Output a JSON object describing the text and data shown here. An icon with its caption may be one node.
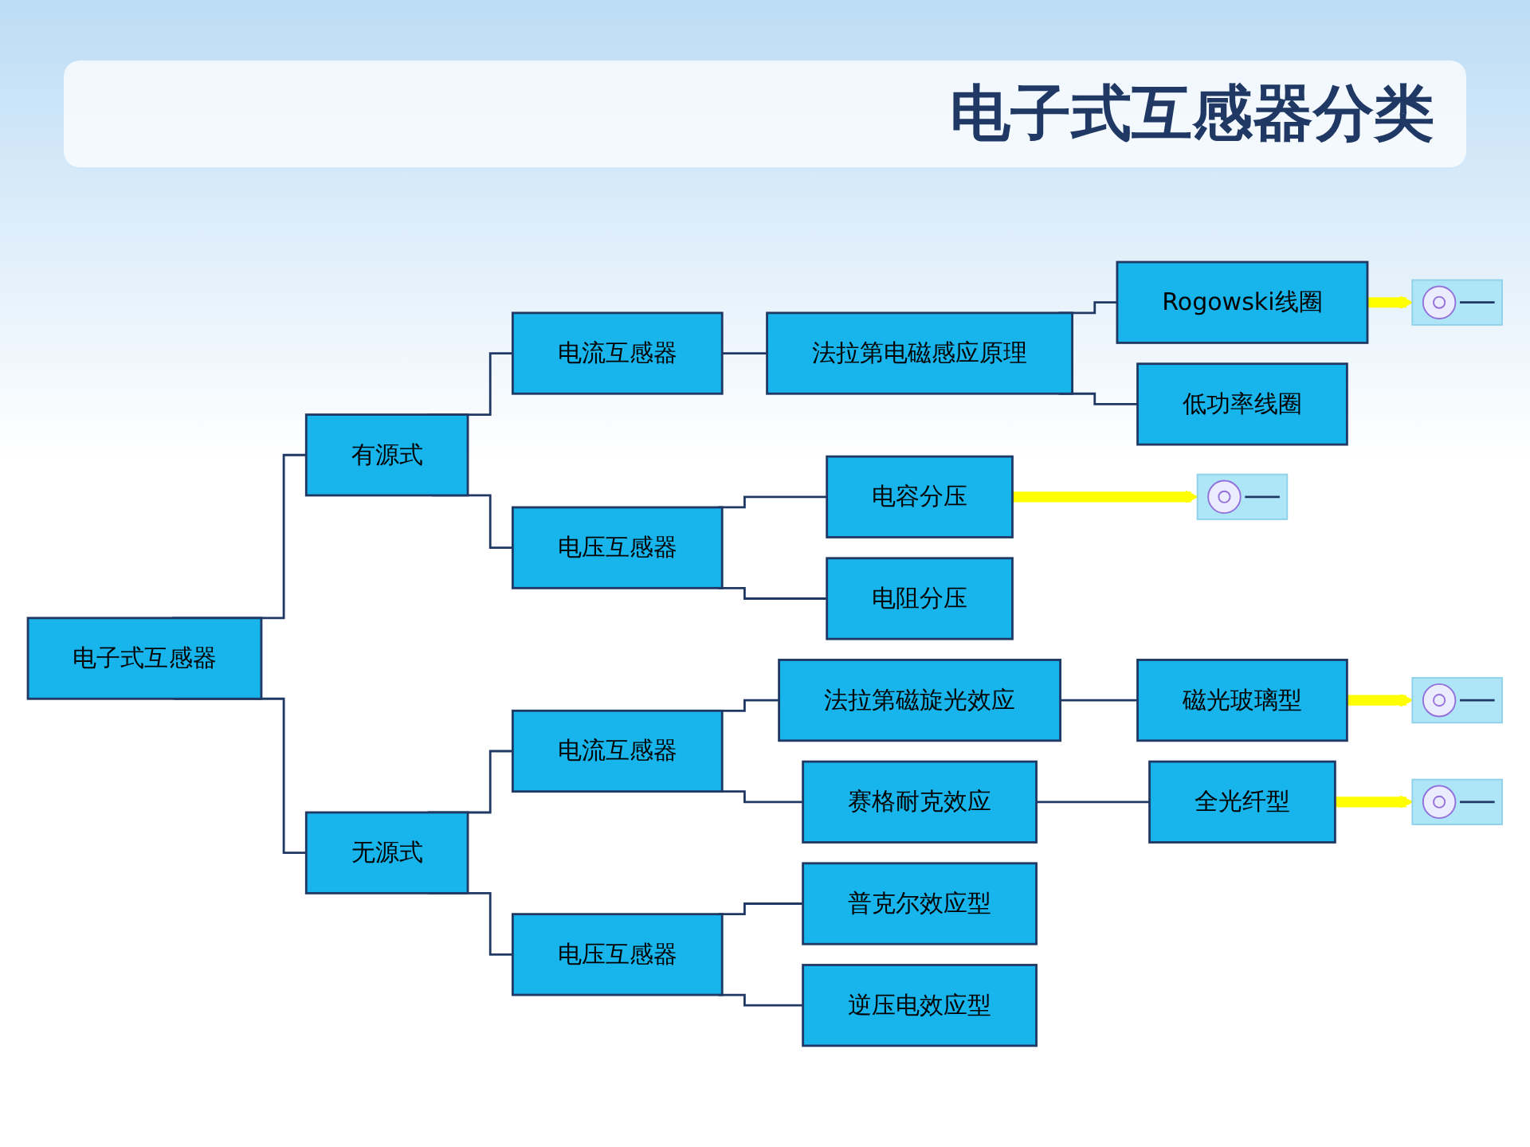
{
  "diagram": {
    "title": "电子式互感器分类",
    "nodes": [
      {
        "text": [
          "电子式互感器"
        ]
      },
      {
        "text": [
          "有源式"
        ]
      },
      {
        "text": [
          "电流互感器"
        ]
      },
      {
        "text": [
          "法拉第电磁感应原理"
        ]
      },
      {
        "text": [
          "Rogowski线圈"
        ]
      },
      {
        "text": [],
        "shape": "picture"
      },
      {
        "text": [
          "低功率线圈"
        ]
      },
      {
        "text": [
          "电压互感器"
        ]
      },
      {
        "text": [
          "电容分压"
        ]
      },
      {
        "text": [],
        "shape": "picture"
      },
      {
        "text": [
          "电阻分压"
        ]
      },
      {
        "text": [
          "无源式"
        ]
      },
      {
        "text": [
          "电流互感器"
        ]
      },
      {
        "text": [
          "法拉第磁旋光效应"
        ]
      },
      {
        "text": [
          "磁光玻璃型"
        ]
      },
      {
        "text": [],
        "shape": "picture"
      },
      {
        "text": [
          "赛格耐克效应"
        ]
      },
      {
        "text": [
          "全光纤型"
        ]
      },
      {
        "text": [],
        "shape": "picture"
      },
      {
        "text": [
          "电压互感器"
        ]
      },
      {
        "text": [
          "普克尔效应型"
        ]
      },
      {
        "text": [
          "逆压电效应型"
        ]
      }
    ],
    "edges": [
      {
        "from": 0,
        "to": 1,
        "arrow": "none"
      },
      {
        "from": 0,
        "to": 11,
        "arrow": "none"
      },
      {
        "from": 1,
        "to": 2,
        "arrow": "none"
      },
      {
        "from": 1,
        "to": 7,
        "arrow": "none"
      },
      {
        "from": 2,
        "to": 3,
        "arrow": "none"
      },
      {
        "from": 3,
        "to": 4,
        "arrow": "none"
      },
      {
        "from": 3,
        "to": 6,
        "arrow": "none"
      },
      {
        "from": 4,
        "to": 5,
        "arrow": "to",
        "style": "thick",
        "color": "#ffff00"
      },
      {
        "from": 7,
        "to": 8,
        "arrow": "none"
      },
      {
        "from": 7,
        "to": 10,
        "arrow": "none"
      },
      {
        "from": 8,
        "to": 9,
        "arrow": "to",
        "style": "thick",
        "color": "#ffff00"
      },
      {
        "from": 11,
        "to": 12,
        "arrow": "none"
      },
      {
        "from": 11,
        "to": 19,
        "arrow": "none"
      },
      {
        "from": 12,
        "to": 13,
        "arrow": "none"
      },
      {
        "from": 12,
        "to": 16,
        "arrow": "none"
      },
      {
        "from": 13,
        "to": 14,
        "arrow": "none"
      },
      {
        "from": 14,
        "to": 15,
        "arrow": "to",
        "style": "thick",
        "color": "#ffff00"
      },
      {
        "from": 16,
        "to": 17,
        "arrow": "none"
      },
      {
        "from": 17,
        "to": 18,
        "arrow": "to",
        "style": "thick",
        "color": "#ffff00"
      },
      {
        "from": 19,
        "to": 20,
        "arrow": "none"
      },
      {
        "from": 19,
        "to": 21,
        "arrow": "none"
      }
    ]
  }
}
